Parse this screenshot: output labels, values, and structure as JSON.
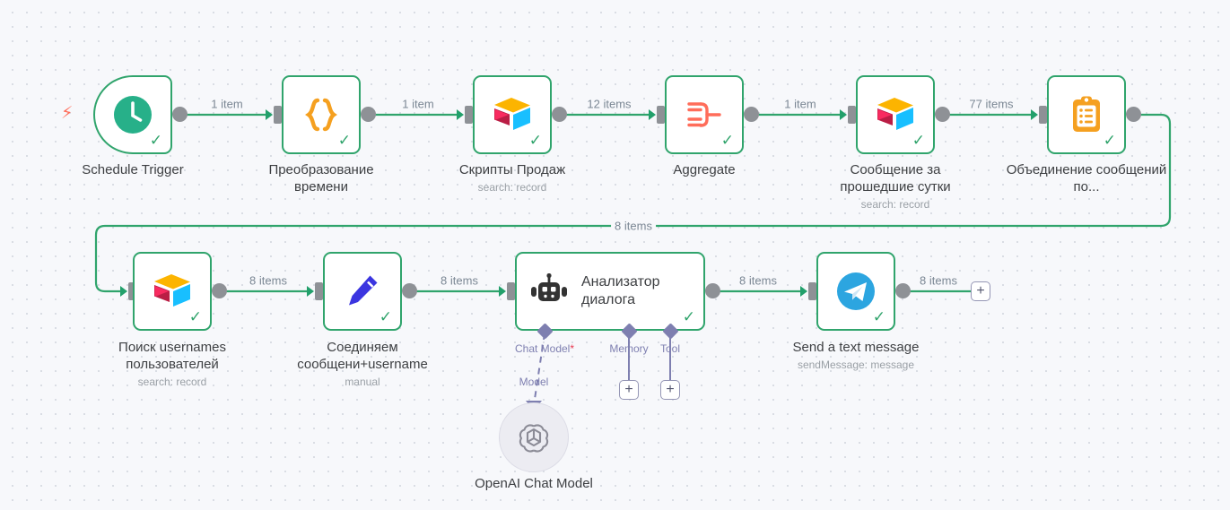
{
  "app": "n8n-workflow-canvas",
  "canvas": {
    "background_color": "#f7f8fb",
    "grid_dot_color": "#d4d8e0",
    "edge_color": "#30a46c",
    "node_border_color": "#30a46c",
    "sub_connector_color": "#7e7fb0",
    "trigger_bolt_color": "#ff6d5a"
  },
  "nodes": [
    {
      "id": "schedule-trigger",
      "title": "Schedule Trigger",
      "subtitle": "",
      "icon": "clock-icon",
      "status": "success"
    },
    {
      "id": "preobrazovanie-vremeni",
      "title": "Преобразование времени",
      "subtitle": "",
      "icon": "code-braces-icon",
      "status": "success"
    },
    {
      "id": "skripty-prodazh",
      "title": "Скрипты Продаж",
      "subtitle": "search: record",
      "icon": "airtable-icon",
      "status": "success"
    },
    {
      "id": "aggregate",
      "title": "Aggregate",
      "subtitle": "",
      "icon": "aggregate-icon",
      "status": "success"
    },
    {
      "id": "soobshchenie-za-sutki",
      "title": "Сообщение за прошедшие сутки",
      "subtitle": "search: record",
      "icon": "airtable-icon",
      "status": "success"
    },
    {
      "id": "obedinenie-soobshchenij",
      "title": "Объединение сообщений по...",
      "subtitle": "",
      "icon": "clipboard-list-icon",
      "status": "success"
    },
    {
      "id": "poisk-usernames",
      "title": "Поиск usernames пользователей",
      "subtitle": "search: record",
      "icon": "airtable-icon",
      "status": "success"
    },
    {
      "id": "soedinyaem-soobshcheni",
      "title": "Соединяем сообщени+username",
      "subtitle": "manual",
      "icon": "pencil-icon",
      "status": "success"
    },
    {
      "id": "analizator-dialoga",
      "title": "Анализатор диалога",
      "subtitle": "",
      "icon": "robot-icon",
      "status": "success"
    },
    {
      "id": "send-a-text-message",
      "title": "Send a text message",
      "subtitle": "sendMessage: message",
      "icon": "telegram-icon",
      "status": "success"
    },
    {
      "id": "openai-chat-model",
      "title": "OpenAI Chat Model",
      "subtitle": "",
      "icon": "openai-icon",
      "status": "idle"
    }
  ],
  "edges": [
    {
      "id": "e1",
      "from": "schedule-trigger",
      "to": "preobrazovanie-vremeni",
      "label": "1 item"
    },
    {
      "id": "e2",
      "from": "preobrazovanie-vremeni",
      "to": "skripty-prodazh",
      "label": "1 item"
    },
    {
      "id": "e3",
      "from": "skripty-prodazh",
      "to": "aggregate",
      "label": "12 items"
    },
    {
      "id": "e4",
      "from": "aggregate",
      "to": "soobshchenie-za-sutki",
      "label": "1 item"
    },
    {
      "id": "e5",
      "from": "soobshchenie-za-sutki",
      "to": "obedinenie-soobshchenij",
      "label": "77 items"
    },
    {
      "id": "e6",
      "from": "obedinenie-soobshchenij",
      "to": "poisk-usernames",
      "label": "8 items"
    },
    {
      "id": "e7",
      "from": "poisk-usernames",
      "to": "soedinyaem-soobshcheni",
      "label": "8 items"
    },
    {
      "id": "e8",
      "from": "soedinyaem-soobshcheni",
      "to": "analizator-dialoga",
      "label": "8 items"
    },
    {
      "id": "e9",
      "from": "analizator-dialoga",
      "to": "send-a-text-message",
      "label": "8 items"
    },
    {
      "id": "e10",
      "from": "send-a-text-message",
      "to": "add-node",
      "label": "8 items"
    }
  ],
  "agent_ports": [
    {
      "id": "chat-model",
      "label": "Chat Model",
      "required": true,
      "connected": true
    },
    {
      "id": "memory",
      "label": "Memory",
      "required": false,
      "connected": false
    },
    {
      "id": "tool",
      "label": "Tool",
      "required": false,
      "connected": false
    }
  ],
  "sub_edge_label": "Model",
  "add_buttons": [
    {
      "id": "add-memory",
      "glyph": "+"
    },
    {
      "id": "add-tool",
      "glyph": "+"
    },
    {
      "id": "add-next-node",
      "glyph": "+"
    }
  ]
}
